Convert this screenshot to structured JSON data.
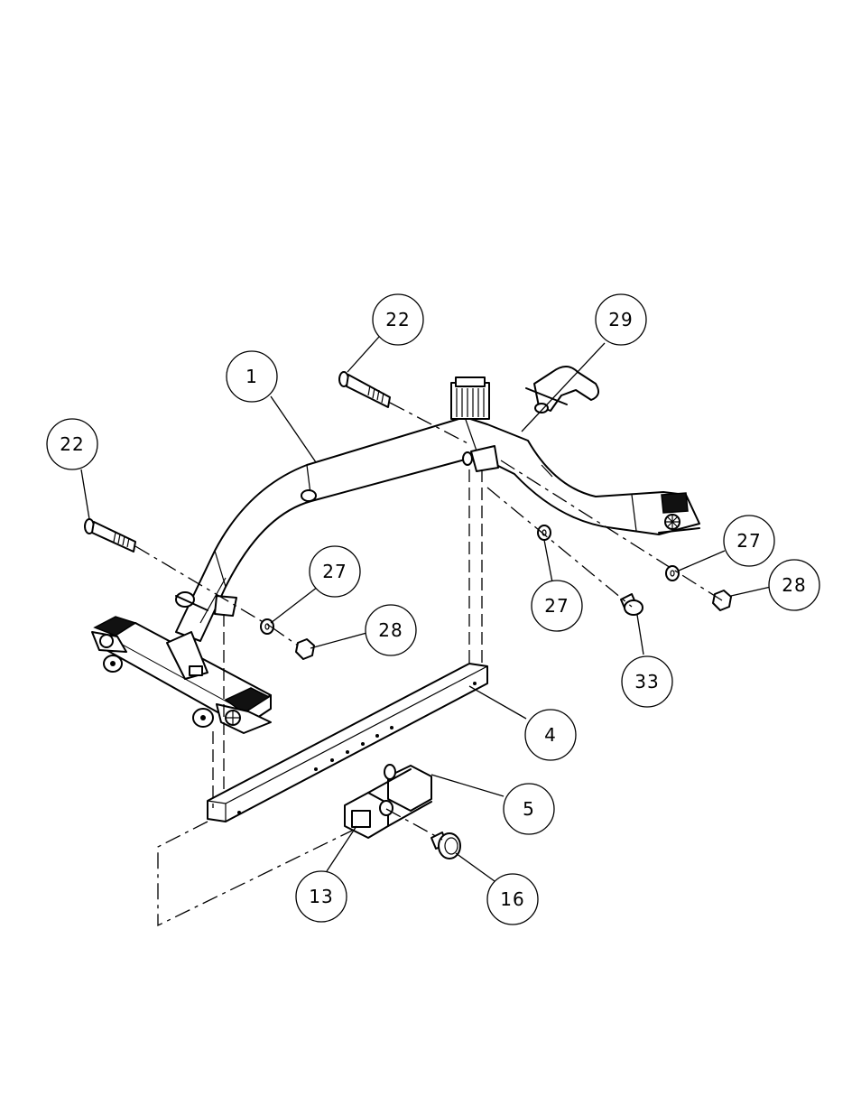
{
  "callouts": [
    {
      "id": "c1",
      "label": "1"
    },
    {
      "id": "c22a",
      "label": "22"
    },
    {
      "id": "c22b",
      "label": "22"
    },
    {
      "id": "c29",
      "label": "29"
    },
    {
      "id": "c27a",
      "label": "27"
    },
    {
      "id": "c27b",
      "label": "27"
    },
    {
      "id": "c27c",
      "label": "27"
    },
    {
      "id": "c28a",
      "label": "28"
    },
    {
      "id": "c28b",
      "label": "28"
    },
    {
      "id": "c33",
      "label": "33"
    },
    {
      "id": "c4",
      "label": "4"
    },
    {
      "id": "c5",
      "label": "5"
    },
    {
      "id": "c13",
      "label": "13"
    },
    {
      "id": "c16",
      "label": "16"
    }
  ]
}
